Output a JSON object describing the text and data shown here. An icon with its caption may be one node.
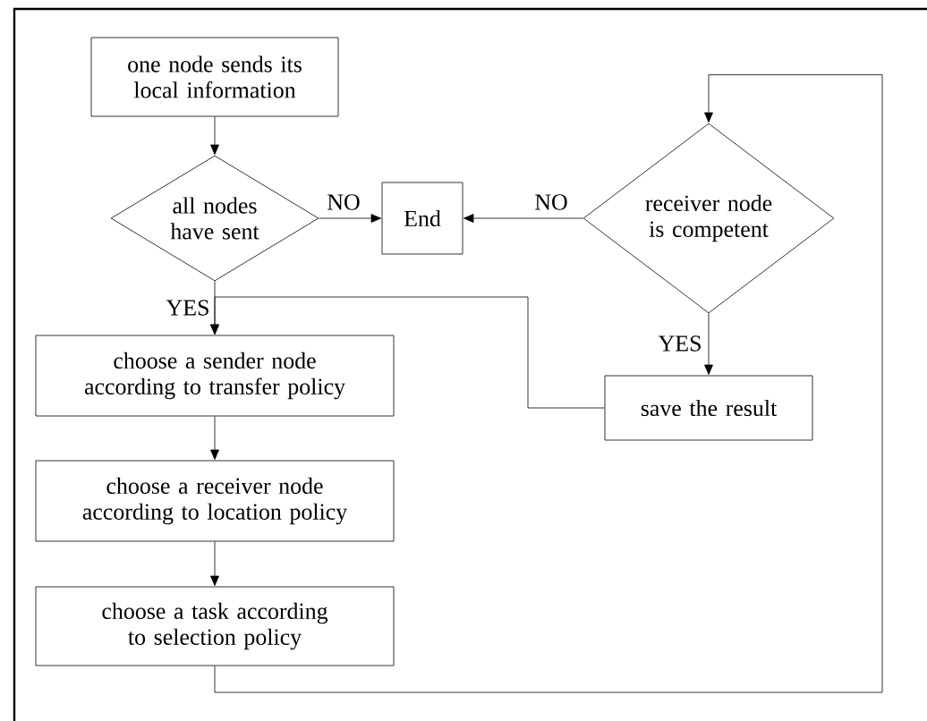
{
  "diagram": {
    "nodes": [
      {
        "text": [
          "one node sends its local information"
        ]
      },
      {
        "text": [
          "all nodes have sent"
        ]
      },
      {
        "text": [
          "End"
        ]
      },
      {
        "text": [
          "receiver node is competent"
        ]
      },
      {
        "text": [
          "save the result"
        ]
      },
      {
        "text": [
          "choose a sender node according to transfer policy"
        ]
      },
      {
        "text": [
          "choose a receiver node according to location policy"
        ]
      },
      {
        "text": [
          "choose a task according to selection policy"
        ]
      }
    ],
    "edges": [
      {
        "from": 0,
        "to": 1,
        "arrow": "to"
      },
      {
        "from": 1,
        "to": 2,
        "arrow": "to",
        "label": "NO"
      },
      {
        "from": 3,
        "to": 2,
        "arrow": "to",
        "label": "NO"
      },
      {
        "from": 3,
        "to": 4,
        "arrow": "to",
        "label": "YES"
      },
      {
        "from": 1,
        "to": 5,
        "arrow": "to",
        "label": "YES"
      },
      {
        "from": 4,
        "to": 5,
        "arrow": "to"
      },
      {
        "from": 5,
        "to": 6,
        "arrow": "to"
      },
      {
        "from": 6,
        "to": 7,
        "arrow": "to"
      },
      {
        "from": 7,
        "to": 3,
        "arrow": "to"
      }
    ]
  }
}
